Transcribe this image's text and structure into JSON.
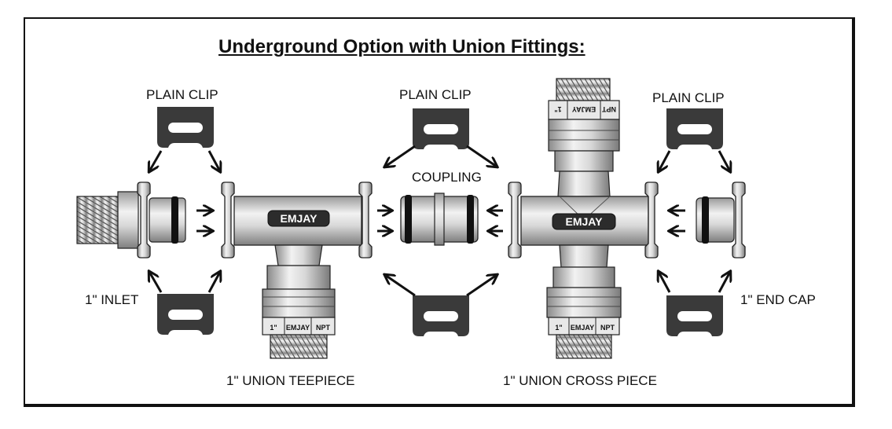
{
  "title": "Underground Option with Union Fittings:",
  "labels": {
    "plain_clip_left": "PLAIN CLIP",
    "plain_clip_center": "PLAIN CLIP",
    "plain_clip_right": "PLAIN CLIP",
    "coupling": "COUPLING",
    "inlet": "1\" INLET",
    "end_cap": "1\" END CAP",
    "union_teepiece": "1\" UNION TEEPIECE",
    "union_cross_piece": "1\" UNION CROSS PIECE"
  },
  "brand": "EMJAY",
  "nut_band": {
    "size": "1\"",
    "brand": "EMJAY",
    "thread": "NPT"
  },
  "colors": {
    "clip": "#3a3a3a",
    "metal_light": "#e6e6e6",
    "metal_dark": "#8c8c8c",
    "ring": "#111111"
  }
}
